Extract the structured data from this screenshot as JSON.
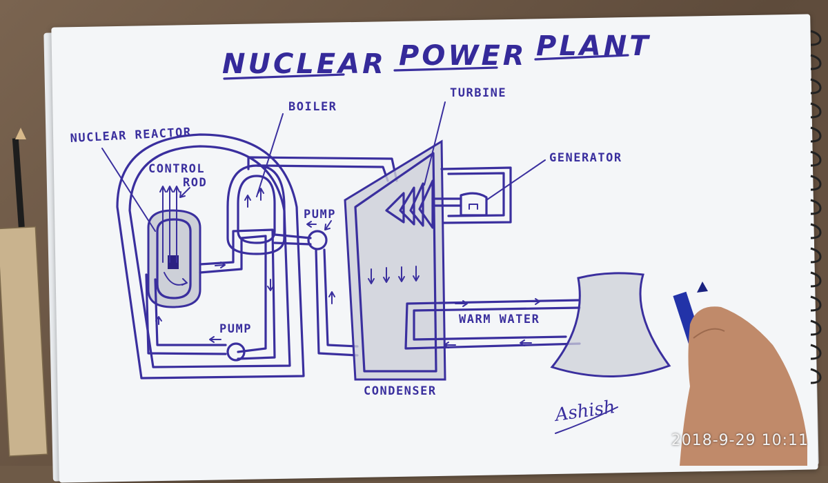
{
  "title": {
    "word1": "NUCLEAR",
    "word2": "POWER",
    "word3": "PLANT"
  },
  "labels": {
    "nuclear_reactor": "NUCLEAR REACTOR",
    "control": "CONTROL",
    "rod": "ROD",
    "boiler": "BOILER",
    "pump_top": "PUMP",
    "pump_bottom": "PUMP",
    "turbine": "TURBINE",
    "generator": "GENERATOR",
    "warm_water": "WARM WATER",
    "condenser": "CONDENSER"
  },
  "signature": "Ashish",
  "timestamp": "2018-9-29 10:11",
  "colors": {
    "ink": "#3a2f9e",
    "paper": "#f4f6f8",
    "shading": "#cdd0d8"
  }
}
